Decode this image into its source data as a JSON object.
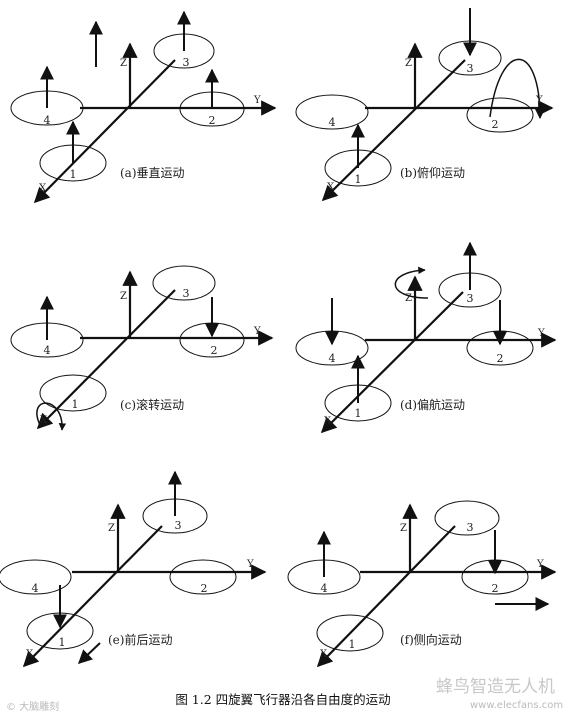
{
  "axes": {
    "x": "X",
    "y": "Y",
    "z": "Z"
  },
  "rotors": [
    "1",
    "2",
    "3",
    "4"
  ],
  "panels": [
    {
      "id": "a",
      "caption": "(a)垂直运动"
    },
    {
      "id": "b",
      "caption": "(b)俯仰运动"
    },
    {
      "id": "c",
      "caption": "(c)滚转运动"
    },
    {
      "id": "d",
      "caption": "(d)偏航运动"
    },
    {
      "id": "e",
      "caption": "(e)前后运动"
    },
    {
      "id": "f",
      "caption": "(f)侧向运动"
    }
  ],
  "figure_caption": "图 1.2 四旋翼飞行器沿各自由度的运动",
  "watermark_left": "© 大脑雕刻",
  "watermark_right": "蜂鸟智造无人机",
  "watermark_url": "www.elecfans.com"
}
